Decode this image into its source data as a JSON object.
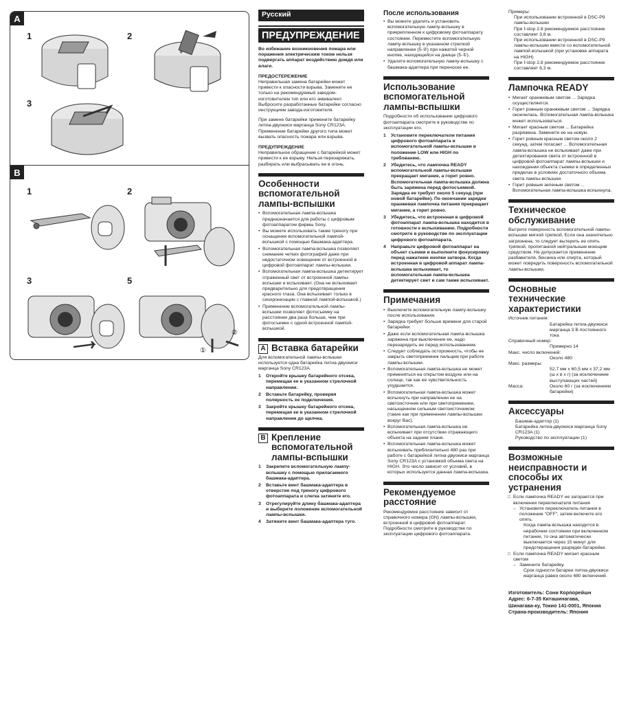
{
  "figure": {
    "badge_a": "A",
    "badge_b": "B",
    "a_steps": [
      "1",
      "2",
      "3"
    ],
    "b_steps": [
      "1",
      "2",
      "3",
      "5"
    ],
    "callouts": [
      "②",
      "①"
    ]
  },
  "col1": {
    "language": "Русский",
    "warning_title": "ПРЕДУПРЕЖДЕНИЕ",
    "warning_text": "Во избежание возникновения пожара или поражения электрическим током нельзя подвергать аппарат воздействию дождя или влаги.",
    "caution_title": "ПРЕДОСТЕРЕЖЕНИЕ",
    "caution_text": "Неправильная замена батарейки может привести к опасности взрыва. Замените ее только на рекомендуемый заводом-изготовителем тип или его эквивалент. Выбросите разработанные батарейки согласно инструкциям завода-изготовителя.",
    "caution_text2": "При замене батарейки примените батарейку литиа-двуокиси марганца Sony CR123A. Применение батарейки другого типа может вызвать опасность пожара или взрыва.",
    "note_title": "ПРЕДУПРЕЖДЕНИЕ",
    "note_text": "Неправильное обращение с батарейкой может привести к ее взрыву. Нельзя перезаряжать, разбирать или выбрасывать ее в огонь.",
    "features_title": "Особенности вспомогательной лампы-вспышки",
    "features": [
      "Вспомогательная лампа-вспышка предназначается для работы с цифровым фотоаппаратом фирмы Sony.",
      "Вы можете использовать также треногу при оснащении вспомогательной лампой-вспышкой с помощью башмака-адаптера.",
      "Вспомогательная лампа-вспышка позволяет снимание четких фотографий даже при недостаточном освещении от встроенной в цифровой фотоаппарат лампы-вспышки.",
      "Вспомогательная лампа-вспышка детектирует отраженный свет от встроенной лампы-вспышки и вспыхивает. (Она не вспыхивает предварительно для предотвращения красного глаза. Она вспыхивает только в синхронизации с главной лампой-вспышкой.)",
      "Применение вспомогательной лампы-вспышки позволяет фотосъемку на расстоянии два раза больше, чем при фотосъемке с одной встроенной лампой-вспышкой."
    ],
    "section_a_badge": "A",
    "section_a_title": "Вставка батарейки",
    "section_a_intro": "Для вспомогательной лампы-вспышки используется одна батарейка литиа-двуокиси марганца Sony CR123A.",
    "section_a_steps": [
      "Откройте крышку батарейного отсека, перемещая ее в указанном стрелочкой направлении.",
      "Вставьте батарейку, проверяя полярность ее подключения.",
      "Закройте крышку батарейного отсека, перемещая ее в указанном стрелочкой направлении до щелчка."
    ],
    "section_b_badge": "B",
    "section_b_title": "Крепление вспомогательной лампы-вспышки",
    "section_b_steps": [
      "Закрепите вспомогательную лампу-вспышку с помощью прилагаемого башмака-адаптера.",
      "Вставьте винт башмака-адаптера в отверстие под треногу цифрового фотоаппарата и слегка затяните его.",
      "Отрегулируйте длину башмака-адаптера и выберите положение вспомогательной лампы-вспышки.",
      "Затяните винт башмака-адаптера туго."
    ]
  },
  "col2": {
    "after_title": "После использования",
    "after_items": [
      "Вы можете удалить и установить вспомогательную лампу-вспышку в прикрепленном к цифровому фотоаппарату состоянии. Переместите вспомогательную лампу-вспышку в указанном стрелкой направлении (5-②) при нажатой черной кнопке, находящейся на днище (5-①).",
      "Удалите вспомогательную лампу-вспышку с башмака-адаптера при переноске ее."
    ],
    "use_title": "Использование вспомогательной лампы-вспышки",
    "use_intro": "Подробности об использовании цифрового фотоаппарата смотрите в руководстве по эксплуатации его.",
    "use_steps": [
      "Установите переключатели питания цифрового фотоаппарата и вспомогательной лампы-вспышки в положение LOW или HIGH по требованию.",
      "Убедитесь, что лампочка READY вспомогательной лампы-вспышки прекращает мигание, а горит ровно. Вспомогательная лампа-вспышка должна быть заряжена перед фотосъемкой. Зарядка ее требует около 5 секунд (при новой батарейке). По окончании зарядки оранжевая лампочка питания прекращает мигание, а горит ровно.",
      "Убедитесь, что встроенная в цифровой фотоаппарат лампа-вспышка находится в готовности к вспыхиванию. Подробности смотрите в руководстве по эксплуатации цифрового фотоаппарата.",
      "Направьте цифровой фотоаппарат на объект съемки и выполните фокусировку перед нажатием кнопки затвора. Когда встроенная в цифровой аппарат лампа-вспышка вспыхивает, то вспомогательная лампа-вспышка детектирует свет и сам также вспыхивает."
    ],
    "notes_title": "Примечания",
    "notes": [
      "Выключите вспомогательную лампу-вспышку после использования.",
      "Зарядка требует больше времени для старой батарейки.",
      "Даже если вспомогательная лампа-вспышка заряжена при выключении ее, надо перезарядить ее перед использованием.",
      "Следует соблюдать осторожность, чтобы не закрыть светоприемник пальцем при работе лампы-вспышки.",
      "Вспомогательная лампа-вспышка не может применяться на открытом воздухе или на солнце, так как ее чувствительность ухудшается.",
      "Вспомогательная лампа-вспышка может вспыхнуть при направлении ее на светоисточник или при светоприемнике, насыщенном сильным светоисточником (такие как при применении лампы-вспышки вокруг Вас).",
      "Вспомогательная лампа-вспышка не вспыхивает при отсутствии отражающего объекта на заднем плане.",
      "Вспомогательная лампа-вспышка может вспыхивать приблизительно 480 раз при работе с батарейкой литиа-двуокиси марганца Sony CR123A с установкой объема света на HIGH. Это число зависит от условий, в которых используется данная лампа-вспышка."
    ],
    "rec_title": "Рекомендуемое расстояние",
    "rec_text": "Рекомендуемое расстояние зависит от справочного номера (GN) лампы-вспышки, встроенной в цифровой фотоаппарат. Подробности смотрите в руководстве по эксплуатации цифрового фотоаппарата."
  },
  "col3": {
    "examples_label": "Примеры:",
    "examples": [
      "При использовании встроенной в DSC-P9 лампы-вспышки",
      "При f-stop 2.8 рекомендуемое расстояние составляет 3,8 м.",
      "При использовании встроенной в DSC-P9 лампы-вспышки вместе со вспомогательной лампой-вспышкой (при установке аппарата на HIGH)",
      "При f-stop 2.8 рекомендуемое расстояние составляет 6,3 м."
    ],
    "ready_title": "Лампочка READY",
    "ready_items": [
      "Мигает оранжевым светом ... Зарядка осуществляется.",
      "Горит ровным оранжевым светом ... Зарядка окончилась. Вспомогательная лампа-вспышка может использоваться.",
      "Мигает красным светом ... Батарейка разряжена. Замените ее на новую.",
      "Горит ровным красным светом около 2 секунд, затем погасает ... Вспомогательная лампа-вспышка не вспыхивает даже при детектировании света от встроенной в цифровой фотоаппарат лампы-вспышки и нахождении объекта съемки в определенных пределах в условиях достаточного объема света лампы-вспышки.",
      "Горит ровным зеленым светом ... Вспомогательная лампа-вспышка вспыхнула."
    ],
    "maint_title": "Техническое обслуживание",
    "maint_text": "Вытрите поверхность вспомогательной лампы-вспышки мягкой тряпкой. Если она значительно загрязнена, то следует вытереть ее опять тряпкой, пропитанной нейтральным моющим средством. Не допускается применение разбавителя, бензина или спирта, который может повредить поверхность вспомогательной лампы-вспышки.",
    "specs_title": "Основные технические характеристики",
    "specs": [
      {
        "k": "Источник питания:",
        "v": ""
      },
      {
        "k": "",
        "v": "Батарейка литиа-двуокиси марганца 3 В постоянного тока"
      },
      {
        "k": "Справочный номер:",
        "v": ""
      },
      {
        "k": "",
        "v": "Примерно 14"
      },
      {
        "k": "Макс. число включений:",
        "v": ""
      },
      {
        "k": "",
        "v": "Около 480"
      },
      {
        "k": "Макс. размеры:",
        "v": ""
      },
      {
        "k": "",
        "v": "52,7 мм x 60,5 мм x 37,2 мм (ш x в x г) (за исключением выступающих частей)"
      },
      {
        "k": "Масса:",
        "v": "Около 60 г (за исключением батарейки)"
      }
    ],
    "acc_title": "Аксессуары",
    "acc_items": [
      "Башмак-адаптор (1)",
      "Батарейка литиа-двуокиси марганца Sony CR123A (1)",
      "Руководство по эксплуатации (1)"
    ],
    "trouble_title": "Возможные неисправности и способы их устранения",
    "trouble_1": "Если лампочка READY не загорается при включении переключателя питания",
    "trouble_1_fix": "Установите переключатель питания в положение \"OFF\", затем включите его опять.",
    "trouble_1_note": "Когда лампа-вспышка находится в нерабочем состоянии при включенном питании, то она автоматически выключается через 15 минут для предотвращения разрядки батарейки.",
    "trouble_2": "Если лампочка READY мигает красным светом",
    "trouble_2_fix": "Замените батарейку.",
    "trouble_2_note": "Срок годности батареи литиа-двуокиси марганца равен около 480 включений.",
    "maker": [
      "Изготовитель: Сони Корпорейшн",
      "Адрес: 6-7-35 Киташинагава,",
      "Шинагава-ку, Токио 141-0001, Япония",
      "Страна-производитель: Япония"
    ]
  }
}
